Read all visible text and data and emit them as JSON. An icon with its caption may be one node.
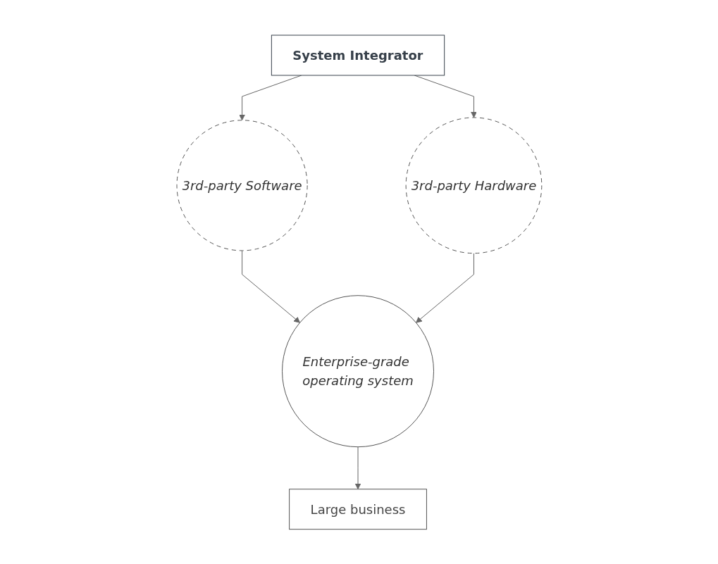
{
  "diagram": {
    "nodes": [
      {
        "text": [
          "System Integrator"
        ]
      },
      {
        "text": [
          "3rd-party Software"
        ]
      },
      {
        "text": [
          "3rd-party Hardware"
        ]
      },
      {
        "text": [
          "Enterprise-grade operating system"
        ]
      },
      {
        "text": [
          "Large business"
        ]
      }
    ],
    "edges": [
      {
        "from": 0,
        "to": 1,
        "arrow": "to"
      },
      {
        "from": 0,
        "to": 2,
        "arrow": "to"
      },
      {
        "from": 1,
        "to": 3,
        "arrow": "to"
      },
      {
        "from": 2,
        "to": 3,
        "arrow": "to"
      },
      {
        "from": 3,
        "to": 4,
        "arrow": "to"
      }
    ]
  }
}
